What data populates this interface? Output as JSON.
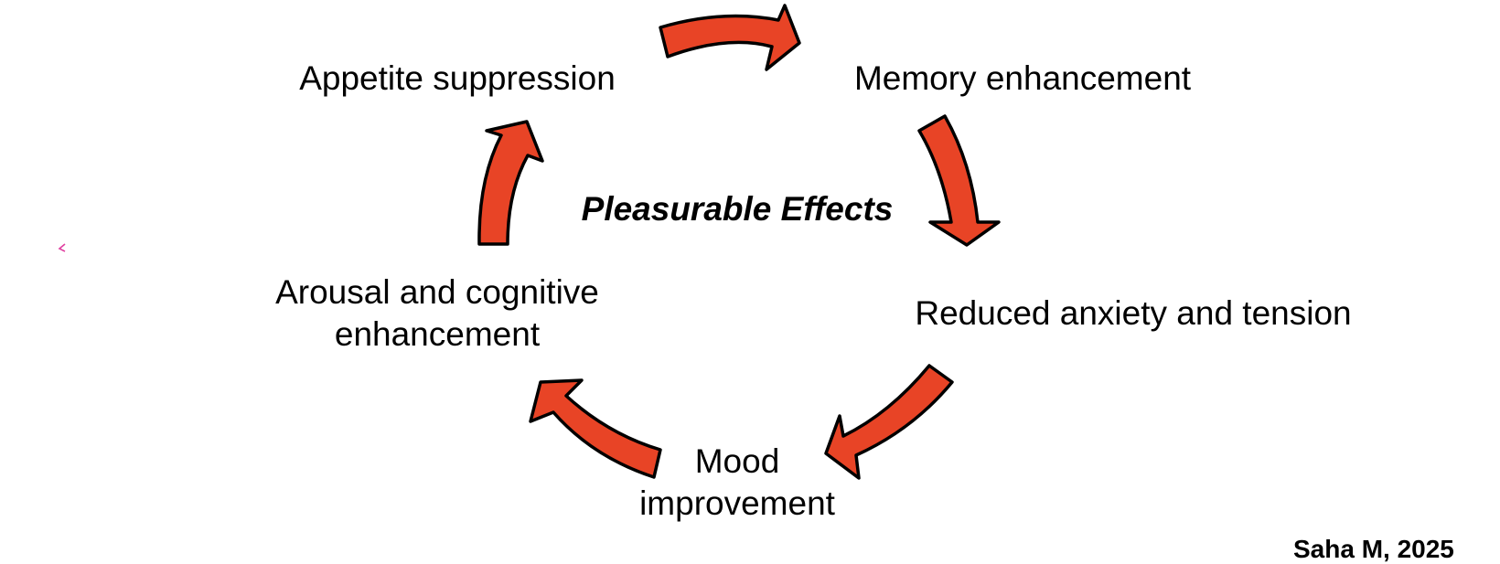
{
  "diagram": {
    "title": "Pleasurable Effects",
    "nodes": [
      {
        "id": "appetite",
        "lines": [
          "Appetite suppression"
        ]
      },
      {
        "id": "memory",
        "lines": [
          "Memory enhancement"
        ]
      },
      {
        "id": "anxiety",
        "lines": [
          "Reduced anxiety and tension"
        ]
      },
      {
        "id": "mood",
        "lines": [
          "Mood",
          "improvement"
        ]
      },
      {
        "id": "arousal",
        "lines": [
          "Arousal and cognitive",
          "enhancement"
        ]
      }
    ],
    "edges": [
      {
        "from": "appetite",
        "to": "memory"
      },
      {
        "from": "memory",
        "to": "anxiety"
      },
      {
        "from": "anxiety",
        "to": "mood"
      },
      {
        "from": "mood",
        "to": "arousal"
      },
      {
        "from": "arousal",
        "to": "appetite"
      }
    ],
    "credit": "Saha M, 2025",
    "colors": {
      "arrow_fill": "#e84426",
      "arrow_stroke": "#000000",
      "mark": "#e040a0"
    }
  }
}
